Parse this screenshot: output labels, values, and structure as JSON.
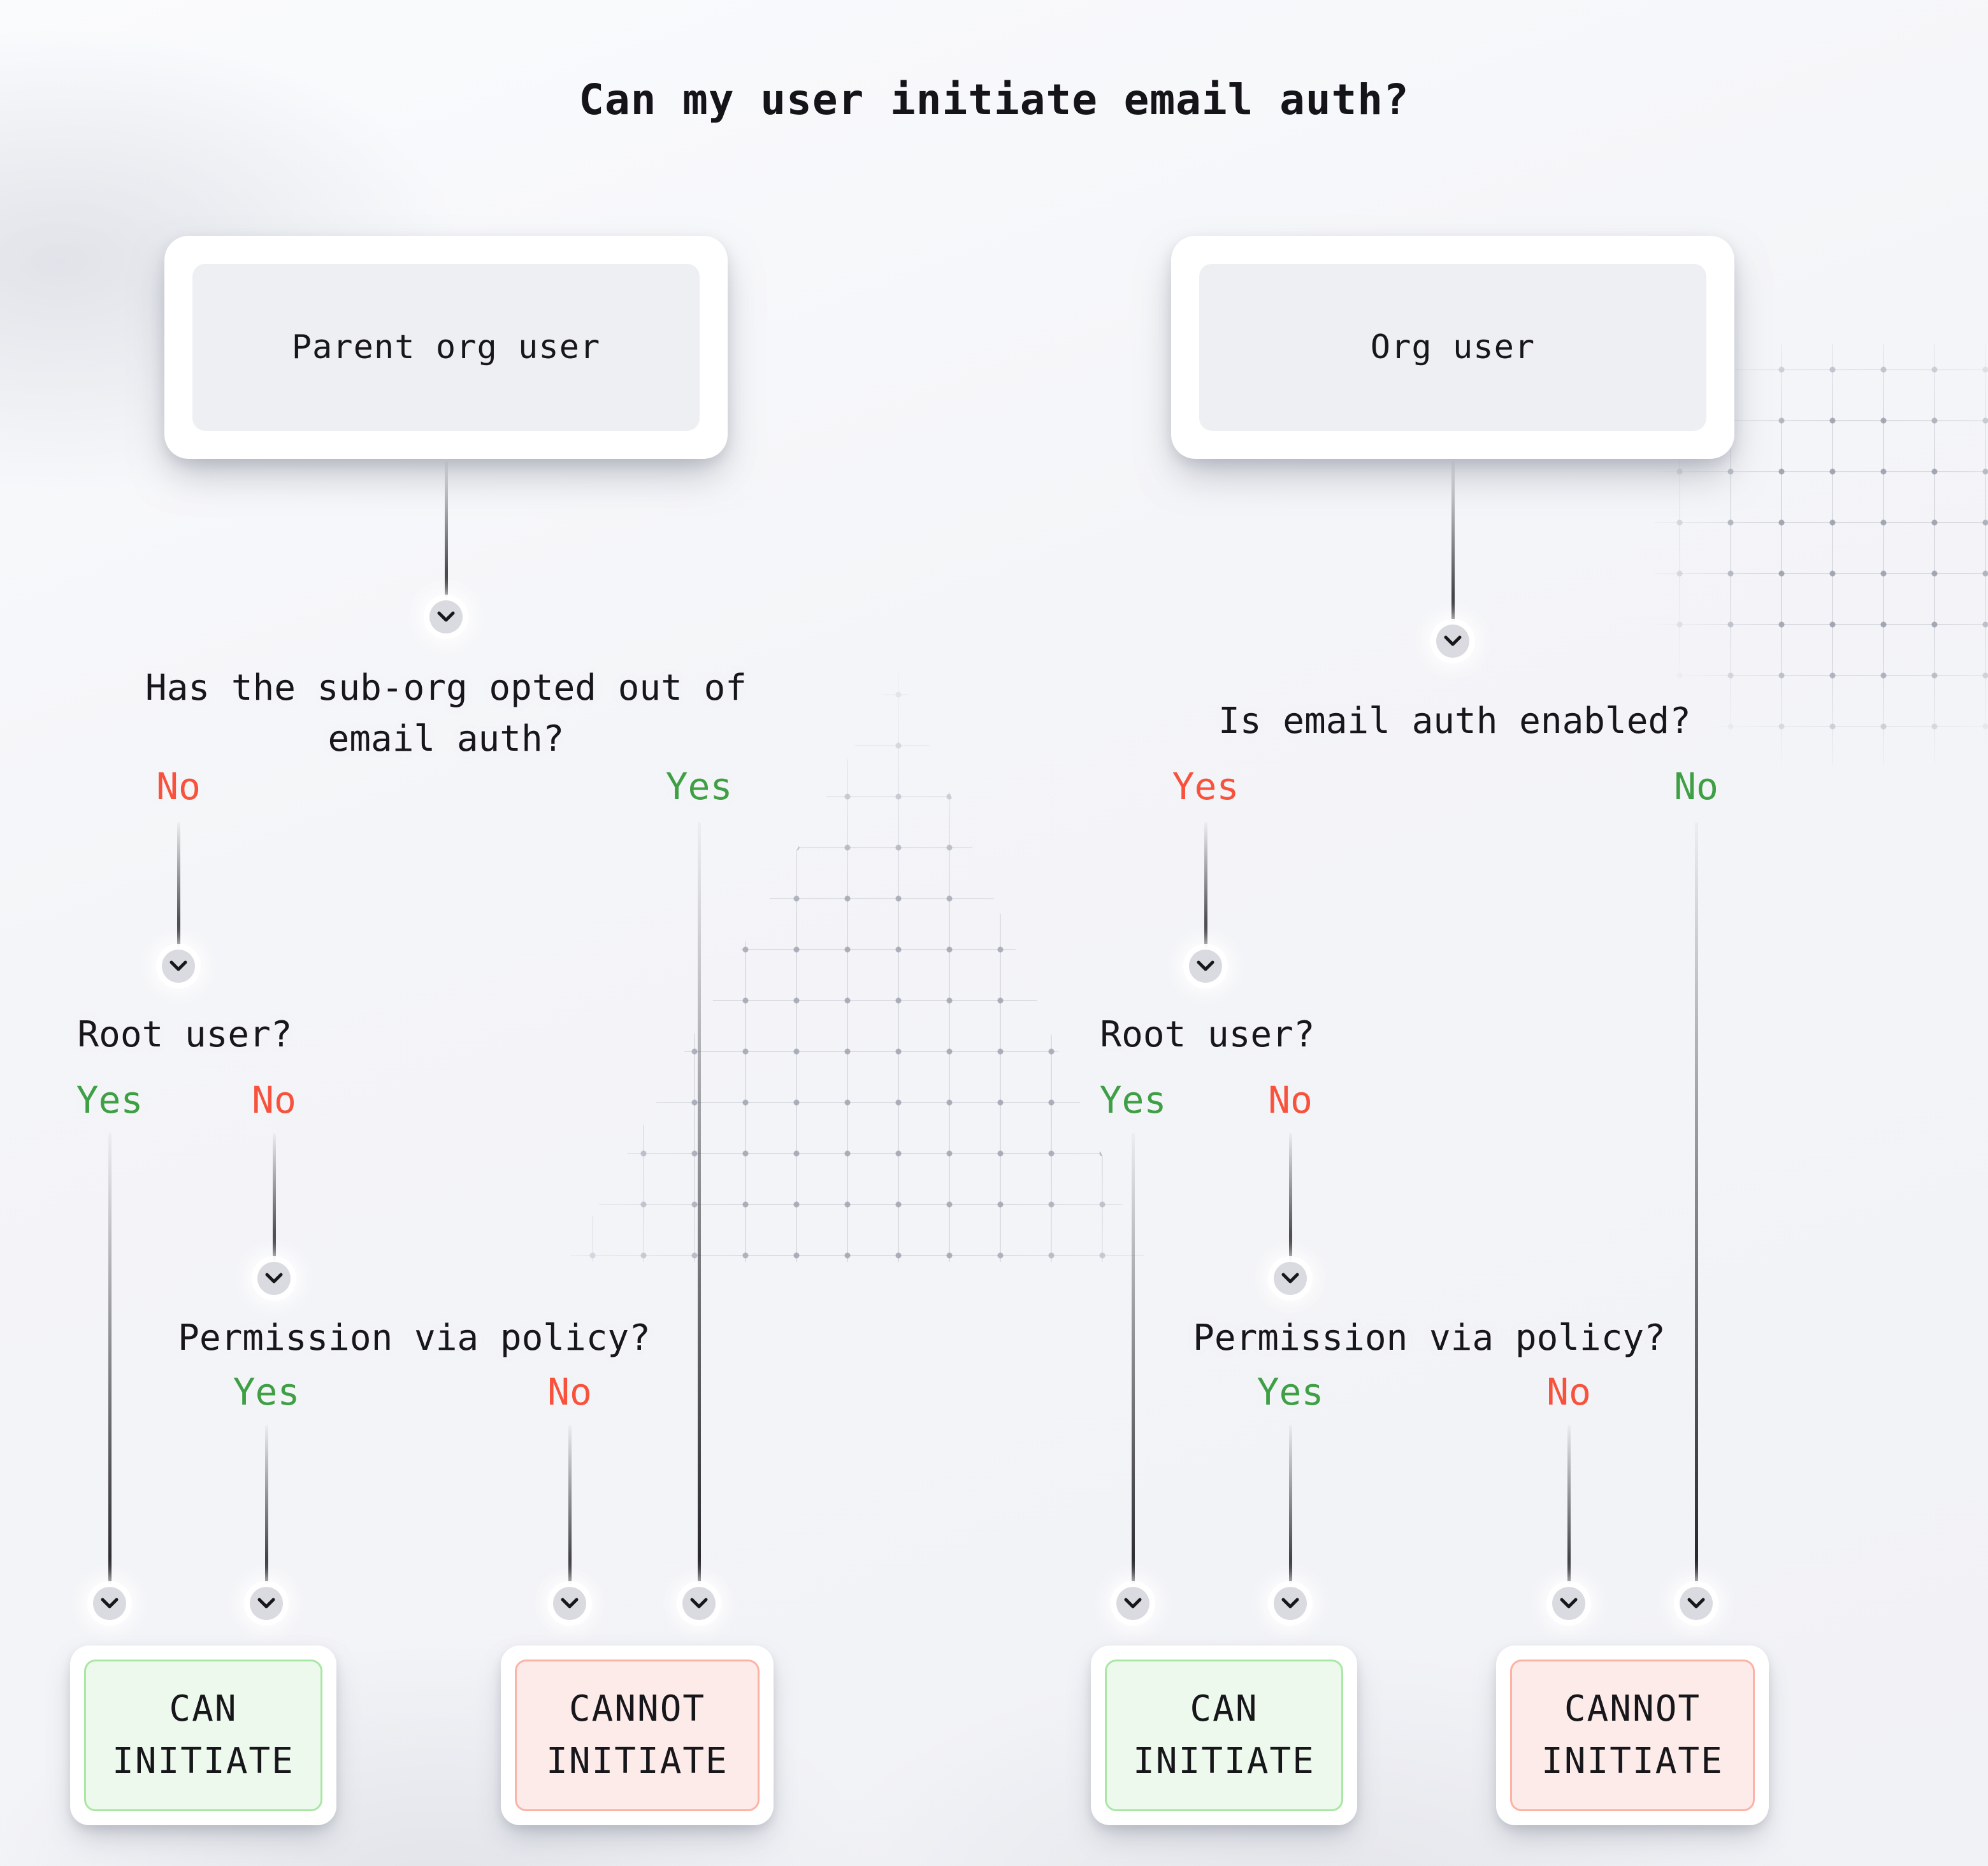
{
  "title": "Can my user initiate email auth?",
  "colors": {
    "yes_green": "#3f9f45",
    "no_red": "#f8523c",
    "ink": "#17171b",
    "can_border": "#a9e7a4",
    "can_bg": "#edf9ec",
    "cannot_border": "#fdb2a6",
    "cannot_bg": "#fcebe9"
  },
  "parent_branch": {
    "entry_label": "Parent org user",
    "q1_line1": "Has the sub-org opted out of",
    "q1_line2": "email auth?",
    "q1_no": "No",
    "q1_yes": "Yes",
    "q2": "Root user?",
    "q2_yes": "Yes",
    "q2_no": "No",
    "q3": "Permission via policy?",
    "q3_yes": "Yes",
    "q3_no": "No",
    "can_line1": "CAN",
    "can_line2": "INITIATE",
    "cannot_line1": "CANNOT",
    "cannot_line2": "INITIATE"
  },
  "org_branch": {
    "entry_label": "Org user",
    "q1": "Is email auth enabled?",
    "q1_yes": "Yes",
    "q1_no": "No",
    "q2": "Root user?",
    "q2_yes": "Yes",
    "q2_no": "No",
    "q3": "Permission via policy?",
    "q3_yes": "Yes",
    "q3_no": "No",
    "can_line1": "CAN",
    "can_line2": "INITIATE",
    "cannot_line1": "CANNOT",
    "cannot_line2": "INITIATE"
  }
}
